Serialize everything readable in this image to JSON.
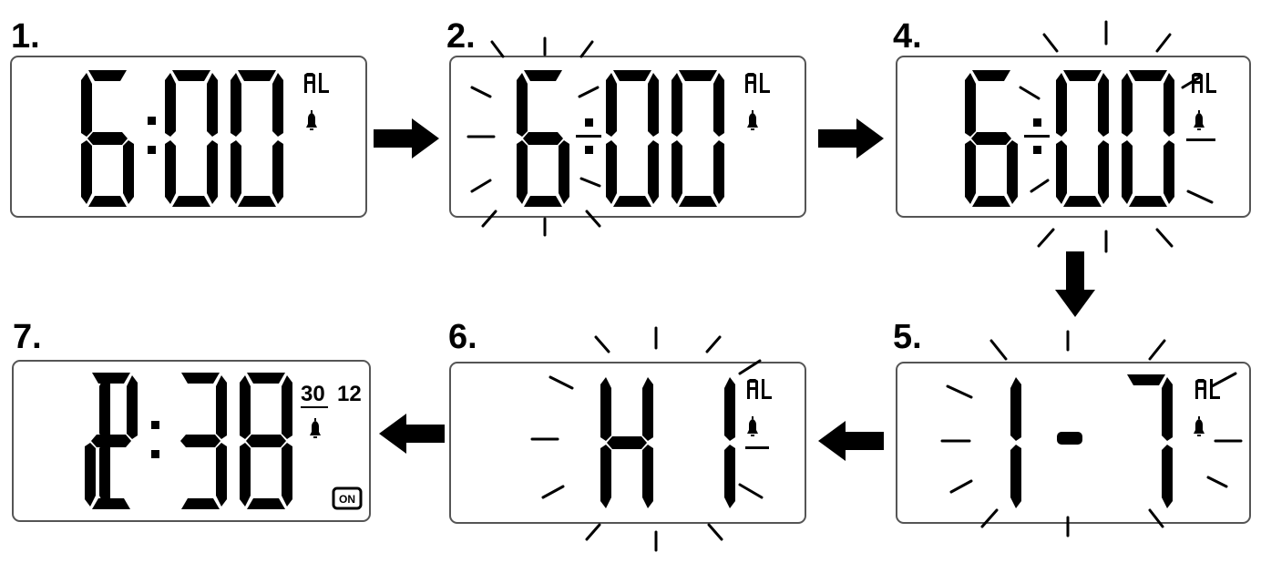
{
  "steps": [
    {
      "number": "1.",
      "display": "6:00",
      "indicator": "AL",
      "alarm_icon": "bell-icon",
      "flashing": "none"
    },
    {
      "number": "2.",
      "display": "6:00",
      "indicator": "AL",
      "alarm_icon": "bell-icon",
      "flashing": "hours"
    },
    {
      "number": "4.",
      "display": "6:00",
      "indicator": "AL",
      "alarm_icon": "bell-icon",
      "flashing": "minutes"
    },
    {
      "number": "5.",
      "display": "1-7",
      "indicator": "AL",
      "alarm_icon": "bell-icon",
      "flashing": "days"
    },
    {
      "number": "6.",
      "display": "H1",
      "indicator": "AL",
      "alarm_icon": "bell-icon",
      "flashing": "all"
    },
    {
      "number": "7.",
      "display": "12:38",
      "date_day": "30",
      "date_month": "12",
      "alarm_icon": "bell-icon",
      "badge": "ON",
      "flashing": "none"
    }
  ],
  "arrows": [
    {
      "from": "1.",
      "to": "2.",
      "icon": "arrow-right-icon"
    },
    {
      "from": "2.",
      "to": "4.",
      "icon": "arrow-right-icon"
    },
    {
      "from": "4.",
      "to": "5.",
      "icon": "arrow-down-icon"
    },
    {
      "from": "5.",
      "to": "6.",
      "icon": "arrow-left-icon"
    },
    {
      "from": "6.",
      "to": "7.",
      "icon": "arrow-left-icon"
    }
  ],
  "colors": {
    "ink": "#000000",
    "panel": "#ffffff",
    "border": "#555555"
  }
}
